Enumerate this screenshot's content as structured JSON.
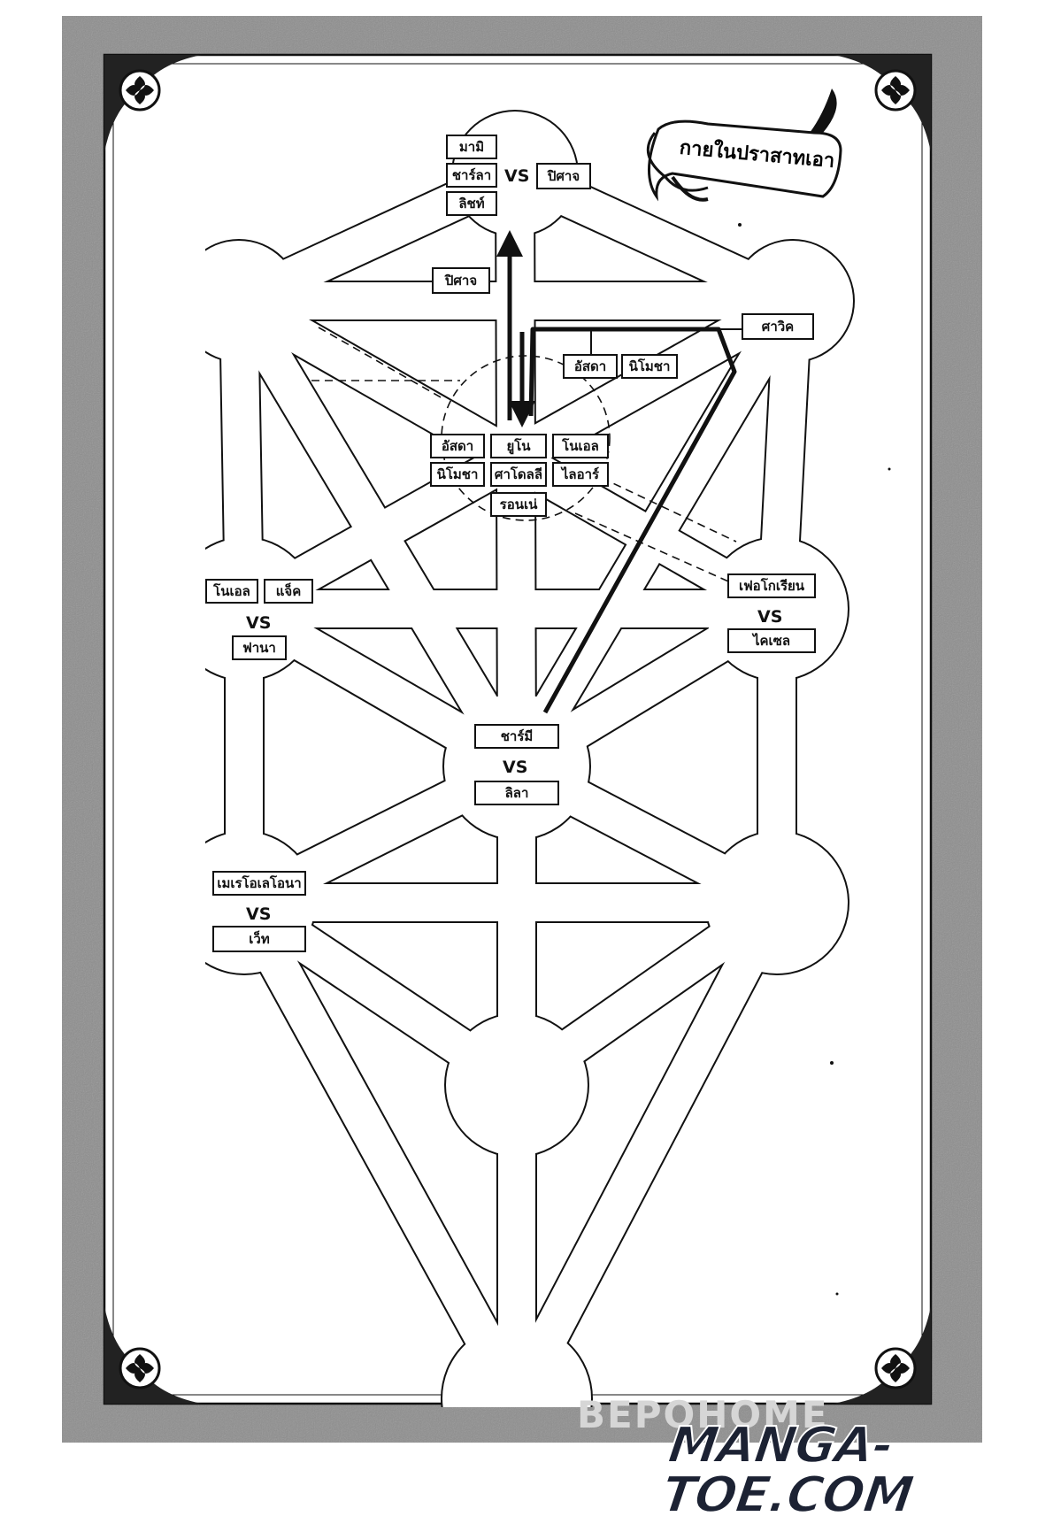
{
  "banner": {
    "text": "กายในปราสาทเอา"
  },
  "top_node": {
    "left": [
      "มามิ",
      "ชาร์ลา",
      "ลิชท์"
    ],
    "vs": "VS",
    "right": "ปิศาจ"
  },
  "arrow_label": "ปิศาจ",
  "path_label": "ศาวิค",
  "path_pair": [
    "อัสดา",
    "นิโมชา"
  ],
  "center_group": [
    "อัสดา",
    "ยูโน",
    "โนเอล",
    "นิโมชา",
    "ศาโดลลี",
    "ไลอาร์",
    "รอนเน่"
  ],
  "left_mid": {
    "a": [
      "โนเอล",
      "แจ็ค"
    ],
    "vs": "VS",
    "b": "ฟานา"
  },
  "right_mid": {
    "a": "เฟอโกเรียน",
    "vs": "VS",
    "b": "ไคเซล"
  },
  "center_node": {
    "a": "ชาร์มี",
    "vs": "VS",
    "b": "ลิลา"
  },
  "left_low": {
    "a": "เมเรโอเลโอนา",
    "vs": "VS",
    "b": "เว็ท"
  },
  "watermarks": {
    "bepo": "BEPOHOME",
    "site": "MANGA-TOE.COM"
  },
  "colors": {
    "frame": "#8a8a8a",
    "ink": "#111111",
    "paper": "#ffffff"
  }
}
